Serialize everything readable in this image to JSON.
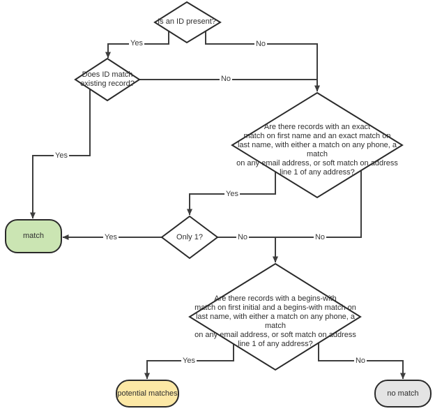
{
  "diagram": {
    "title": "record matching decision flowchart",
    "nodes": {
      "is_id_present": {
        "label": "Is an ID present?",
        "type": "decision"
      },
      "does_id_match": {
        "label": "Does ID match\nexisting record?",
        "type": "decision"
      },
      "exact_match_question": {
        "label": "Are there records with an exact\nmatch on first name and an exact match on\nlast name, with either a match on any phone, a match\non any email address, or soft match on address\nline 1 of any address?",
        "type": "decision"
      },
      "only_one": {
        "label": "Only 1?",
        "type": "decision"
      },
      "match": {
        "label": "match",
        "type": "terminal",
        "fill": "#cbe5b3"
      },
      "begins_with_question": {
        "label": "Are there records with a begins-with\nmatch on first initial and a begins-with match on\nlast name, with either a match on any phone, a match\non any email address, or soft match on address\nline 1 of any address?",
        "type": "decision"
      },
      "potential_matches": {
        "label": "potential matches",
        "type": "terminal",
        "fill": "#fce8a5"
      },
      "no_match": {
        "label": "no match",
        "type": "terminal",
        "fill": "#e4e4e4"
      }
    },
    "edges": {
      "id_present_yes": "Yes",
      "id_present_no": "No",
      "id_match_no": "No",
      "id_match_yes": "Yes",
      "exact_yes": "Yes",
      "exact_no": "No",
      "only_one_yes": "Yes",
      "only_one_no": "No",
      "begins_yes": "Yes",
      "begins_no": "No"
    },
    "colors": {
      "line": "#3d3d3d",
      "shape_border": "#2a2a2a",
      "decision_fill": "#ffffff",
      "match_fill": "#cbe5b3",
      "potential_matches_fill": "#fce8a5",
      "no_match_fill": "#e4e4e4",
      "text": "#2e2e2e",
      "background": "#ffffff"
    }
  }
}
